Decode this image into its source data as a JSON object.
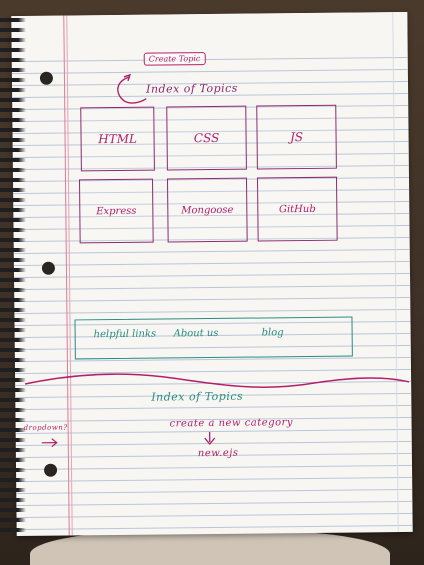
{
  "header": {
    "create_button_label": "Create Topic",
    "section_title": "Index of Topics"
  },
  "topics": [
    {
      "label": "HTML"
    },
    {
      "label": "CSS"
    },
    {
      "label": "JS"
    },
    {
      "label": "Express"
    },
    {
      "label": "Mongoose"
    },
    {
      "label": "GitHub"
    }
  ],
  "nav": {
    "items": [
      {
        "label": "helpful links"
      },
      {
        "label": "About us"
      },
      {
        "label": "blog"
      }
    ]
  },
  "lower": {
    "title": "Index of Topics",
    "note_left": "dropdown?",
    "create_category": "create a new category",
    "new_file": "new.ejs"
  },
  "colors": {
    "pink_ink": "#b3206a",
    "teal_ink": "#2a8c80",
    "purple_ink": "#8e2a6e"
  }
}
